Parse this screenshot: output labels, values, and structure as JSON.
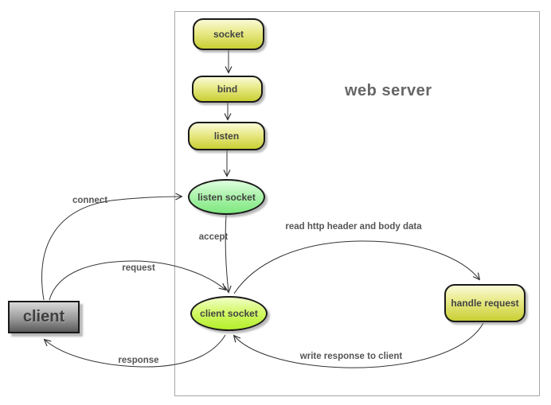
{
  "title": "web server",
  "nodes": {
    "socket": {
      "label": "socket"
    },
    "bind": {
      "label": "bind"
    },
    "listen": {
      "label": "listen"
    },
    "listen_socket": {
      "label": "listen socket"
    },
    "client_socket": {
      "label": "client socket"
    },
    "handle_request": {
      "label": "handle request"
    },
    "client": {
      "label": "client"
    }
  },
  "edge_labels": {
    "connect": "connect",
    "request": "request",
    "response": "response",
    "accept": "accept",
    "read_http": "read http header and body data",
    "write_response": "write response to client"
  },
  "colors": {
    "flow_box_top": "#fafad8",
    "flow_box_bottom": "#c9cf33",
    "listen_socket_top": "#defede",
    "listen_socket_bottom": "#7fe87f",
    "client_socket_top": "#f2ffc8",
    "client_socket_bottom": "#b5ee2b",
    "client_box_top": "#d9d9d9",
    "client_box_bottom": "#5a5a5a",
    "node_border": "#1a1a1a",
    "container_border": "#a8a8a8",
    "arrow_stroke": "#333333",
    "edge_label_text": "#555555",
    "title_text": "#666666"
  }
}
